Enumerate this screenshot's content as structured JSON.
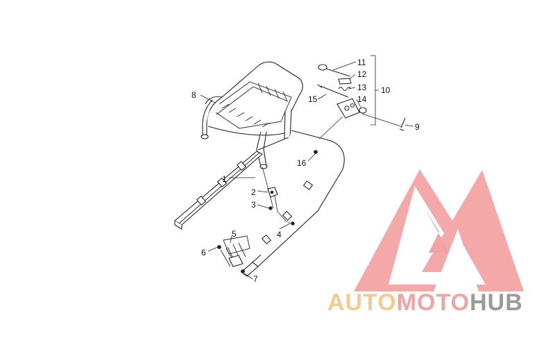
{
  "diagram": {
    "callouts": [
      {
        "id": "c1",
        "text": "1"
      },
      {
        "id": "c2",
        "text": "2"
      },
      {
        "id": "c3",
        "text": "3"
      },
      {
        "id": "c4",
        "text": "4"
      },
      {
        "id": "c5",
        "text": "5"
      },
      {
        "id": "c6",
        "text": "6"
      },
      {
        "id": "c7",
        "text": "7"
      },
      {
        "id": "c8",
        "text": "8"
      },
      {
        "id": "c9",
        "text": "9"
      },
      {
        "id": "c10",
        "text": "10"
      },
      {
        "id": "c11",
        "text": "11"
      },
      {
        "id": "c12",
        "text": "12"
      },
      {
        "id": "c13",
        "text": "13"
      },
      {
        "id": "c14",
        "text": "14"
      },
      {
        "id": "c15",
        "text": "15"
      },
      {
        "id": "c16",
        "text": "16"
      }
    ]
  },
  "watermark": {
    "word_part1": "AUTO",
    "word_part2": "MOTO",
    "word_part3": "HUB",
    "colors": {
      "logo": "#f4a3a3",
      "part1": "#f6c98c",
      "part2": "#f4a3a3",
      "part3": "#9a9a9a"
    }
  }
}
